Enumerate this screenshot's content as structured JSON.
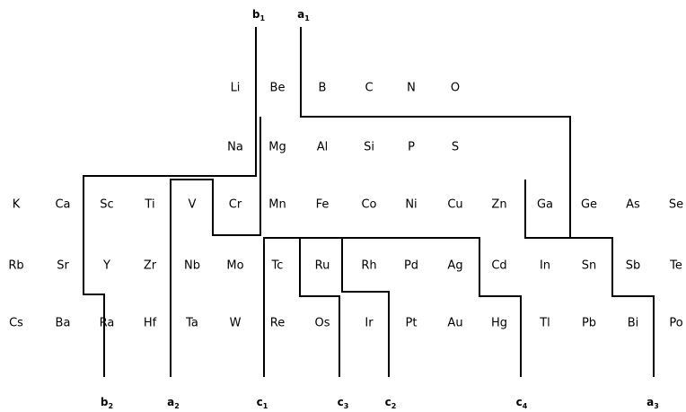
{
  "elements": [
    [
      "",
      "",
      "",
      "",
      "",
      "Li",
      "Be",
      "B",
      "C",
      "N",
      "O",
      "",
      "",
      "",
      "",
      ""
    ],
    [
      "",
      "",
      "",
      "",
      "",
      "Na",
      "Mg",
      "Al",
      "Si",
      "P",
      "S",
      "",
      "",
      "",
      "",
      ""
    ],
    [
      "K",
      "Ca",
      "Sc",
      "Ti",
      "V",
      "Cr",
      "Mn",
      "Fe",
      "Co",
      "Ni",
      "Cu",
      "Zn",
      "Ga",
      "Ge",
      "As",
      "Se"
    ],
    [
      "Rb",
      "Sr",
      "Y",
      "Zr",
      "Nb",
      "Mo",
      "Tc",
      "Ru",
      "Rh",
      "Pd",
      "Ag",
      "Cd",
      "In",
      "Sn",
      "Sb",
      "Te"
    ],
    [
      "Cs",
      "Ba",
      "Ra",
      "Hf",
      "Ta",
      "W",
      "Re",
      "Os",
      "Ir",
      "Pt",
      "Au",
      "Hg",
      "Tl",
      "Pb",
      "Bi",
      "Po"
    ]
  ],
  "labels": {
    "a1": {
      "base": "a",
      "sub": "1"
    },
    "b1": {
      "base": "b",
      "sub": "1"
    },
    "b2": {
      "base": "b",
      "sub": "2"
    },
    "a2": {
      "base": "a",
      "sub": "2"
    },
    "c1": {
      "base": "c",
      "sub": "1"
    },
    "c3": {
      "base": "c",
      "sub": "3"
    },
    "c2": {
      "base": "c",
      "sub": "2"
    },
    "c4": {
      "base": "c",
      "sub": "4"
    },
    "a3": {
      "base": "a",
      "sub": "3"
    }
  }
}
